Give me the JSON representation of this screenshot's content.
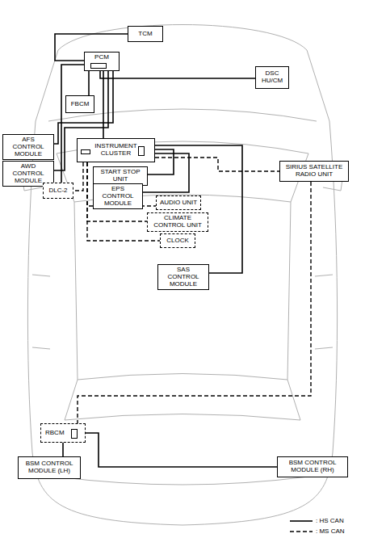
{
  "diagram": {
    "nodes": [
      {
        "text": [
          "TCM"
        ]
      },
      {
        "text": [
          "PCM"
        ]
      },
      {
        "text": [
          "DSC HU/CM"
        ]
      },
      {
        "text": [
          "FBCM"
        ]
      },
      {
        "text": [
          "AFS CONTROL MODULE"
        ]
      },
      {
        "text": [
          "INSTRUMENT CLUSTER"
        ]
      },
      {
        "text": [
          "AWD CONTROL MODULE"
        ]
      },
      {
        "text": [
          "SIRIUS SATELLITE RADIO UNIT"
        ]
      },
      {
        "text": [
          "START STOP UNIT"
        ]
      },
      {
        "text": [
          "DLC-2"
        ]
      },
      {
        "text": [
          "EPS CONTROL MODULE"
        ]
      },
      {
        "text": [
          "AUDIO UNIT"
        ]
      },
      {
        "text": [
          "CLIMATE CONTROL UNIT"
        ]
      },
      {
        "text": [
          "CLOCK"
        ]
      },
      {
        "text": [
          "SAS CONTROL MODULE"
        ]
      },
      {
        "text": [
          "RBCM"
        ]
      },
      {
        "text": [
          "BSM CONTROL MODULE (LH)"
        ]
      },
      {
        "text": [
          "BSM CONTROL MODULE (RH)"
        ]
      }
    ],
    "edges": [
      {
        "from": 0,
        "to": 1,
        "arrow": "none"
      },
      {
        "from": 1,
        "to": 2,
        "arrow": "none"
      },
      {
        "from": 1,
        "to": 3,
        "arrow": "none"
      },
      {
        "from": 1,
        "to": 4,
        "arrow": "none"
      },
      {
        "from": 1,
        "to": 6,
        "arrow": "none"
      },
      {
        "from": 1,
        "to": 5,
        "arrow": "none"
      },
      {
        "from": 5,
        "to": 8,
        "arrow": "none"
      },
      {
        "from": 5,
        "to": 10,
        "arrow": "none"
      },
      {
        "from": 5,
        "to": 14,
        "arrow": "none"
      },
      {
        "from": 1,
        "to": 9,
        "arrow": "none"
      },
      {
        "from": 5,
        "to": 9,
        "arrow": "none"
      },
      {
        "from": 5,
        "to": 11,
        "arrow": "none"
      },
      {
        "from": 5,
        "to": 12,
        "arrow": "none"
      },
      {
        "from": 5,
        "to": 13,
        "arrow": "none"
      },
      {
        "from": 5,
        "to": 7,
        "arrow": "none"
      },
      {
        "from": 7,
        "to": 15,
        "arrow": "none"
      },
      {
        "from": 15,
        "to": 16,
        "arrow": "none"
      },
      {
        "from": 15,
        "to": 17,
        "arrow": "none"
      }
    ],
    "legend": [
      {
        "text": ": HS CAN"
      },
      {
        "text": ": MS CAN"
      }
    ]
  }
}
